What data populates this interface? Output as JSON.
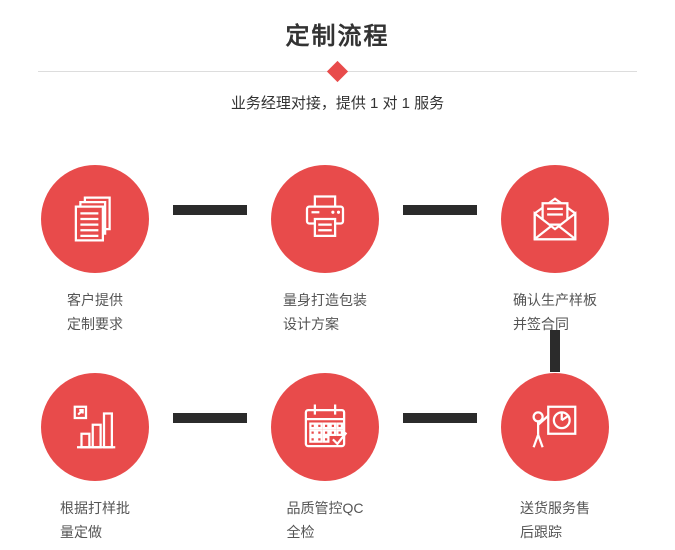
{
  "header": {
    "title": "定制流程",
    "subtitle": "业务经理对接，提供 1 对 1 服务"
  },
  "colors": {
    "accent": "#e84b4b",
    "connector": "#2b2b2b",
    "divider": "#dddddd",
    "text": "#333333"
  },
  "steps": [
    {
      "icon": "documents-icon",
      "line1": "客户提供",
      "line2": "定制要求"
    },
    {
      "icon": "printer-icon",
      "line1": "量身打造包装",
      "line2": "设计方案"
    },
    {
      "icon": "envelope-icon",
      "line1": "确认生产样板",
      "line2": "并签合同"
    },
    {
      "icon": "bar-chart-icon",
      "line1": "根据打样批",
      "line2": "量定做"
    },
    {
      "icon": "calendar-icon",
      "line1": "品质管控QC",
      "line2": "全检"
    },
    {
      "icon": "presentation-icon",
      "line1": "送货服务售",
      "line2": "后跟踪"
    }
  ]
}
